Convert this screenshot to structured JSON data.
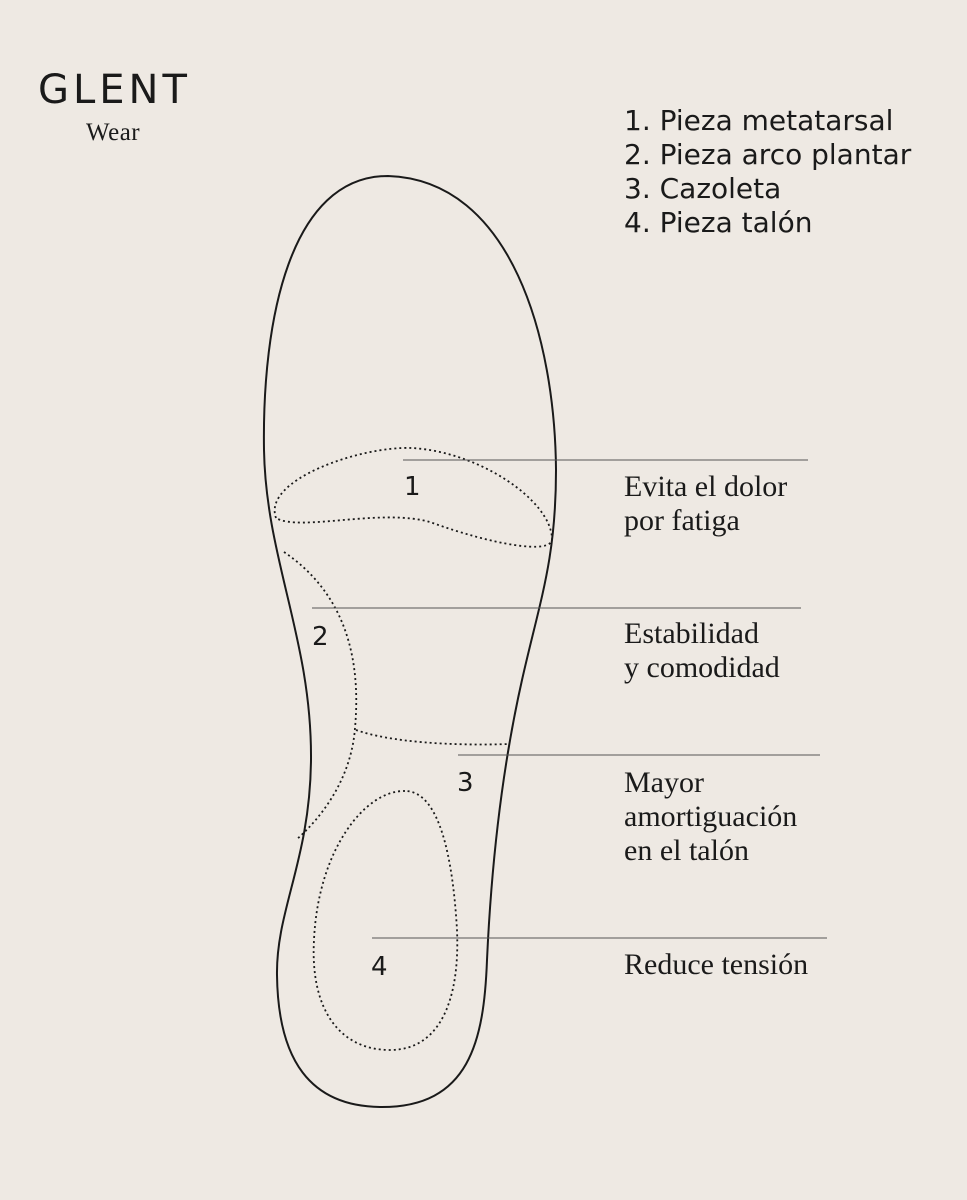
{
  "brand": {
    "name": "GLENT",
    "sub": "Wear"
  },
  "legend": [
    "1. Pieza metatarsal",
    "2. Pieza arco plantar",
    "3. Cazoleta",
    "4. Pieza talón"
  ],
  "parts": [
    {
      "number": "1",
      "description": "Evita el dolor\npor fatiga"
    },
    {
      "number": "2",
      "description": "Estabilidad\ny comodidad"
    },
    {
      "number": "3",
      "description": "Mayor\namortiguación\nen el talón"
    },
    {
      "number": "4",
      "description": "Reduce tensión"
    }
  ],
  "colors": {
    "background": "#eee9e3",
    "ink": "#1a1a1a",
    "leader_line": "#555555"
  }
}
